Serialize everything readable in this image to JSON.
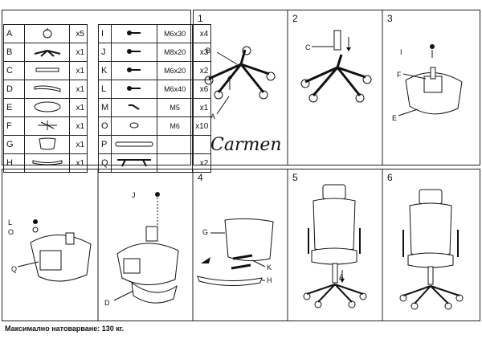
{
  "parts_left": [
    {
      "letter": "A",
      "qty": "x5",
      "icon": "caster-icon"
    },
    {
      "letter": "B",
      "qty": "x1",
      "icon": "star-base-icon"
    },
    {
      "letter": "C",
      "qty": "x1",
      "icon": "gas-lift-icon"
    },
    {
      "letter": "D",
      "qty": "x1",
      "icon": "armrest-icon"
    },
    {
      "letter": "E",
      "qty": "x1",
      "icon": "seat-icon"
    },
    {
      "letter": "F",
      "qty": "x1",
      "icon": "mechanism-icon"
    },
    {
      "letter": "G",
      "qty": "x1",
      "icon": "backrest-icon"
    },
    {
      "letter": "H",
      "qty": "x1",
      "icon": "back-cover-icon"
    }
  ],
  "parts_right": [
    {
      "letter": "I",
      "size": "M6x30",
      "qty": "x4",
      "icon": "bolt-icon"
    },
    {
      "letter": "J",
      "size": "M8x20",
      "qty": "x3",
      "icon": "bolt-icon"
    },
    {
      "letter": "K",
      "size": "M6x20",
      "qty": "x2",
      "icon": "bolt-icon"
    },
    {
      "letter": "L",
      "size": "M6x40",
      "qty": "x6",
      "icon": "bolt-icon"
    },
    {
      "letter": "M",
      "size": "M5",
      "qty": "x1",
      "icon": "allen-key-icon"
    },
    {
      "letter": "O",
      "size": "M6",
      "qty": "x10",
      "icon": "washer-icon"
    },
    {
      "letter": "P",
      "size": "",
      "qty": "",
      "icon": "panel-icon"
    },
    {
      "letter": "Q",
      "size": "",
      "qty": "x2",
      "icon": "bracket-icon"
    }
  ],
  "brand": "Carmen",
  "steps": {
    "s1": {
      "num": "1",
      "labels": {
        "b": "B",
        "a": "A"
      }
    },
    "s2": {
      "num": "2",
      "labels": {
        "c": "C"
      }
    },
    "s3": {
      "num": "3",
      "labels": {
        "i": "I",
        "f": "F",
        "e": "E"
      }
    },
    "s_a": {
      "labels": {
        "l": "L",
        "o": "O",
        "q": "Q"
      }
    },
    "s_b": {
      "labels": {
        "j": "J",
        "d": "D"
      }
    },
    "s4": {
      "num": "4",
      "labels": {
        "g": "G",
        "k": "K",
        "h": "H"
      }
    },
    "s5": {
      "num": "5",
      "labels": {
        "a": "A"
      }
    },
    "s6": {
      "num": "6"
    }
  },
  "footer": "Максимално натоварване: 130 кг."
}
